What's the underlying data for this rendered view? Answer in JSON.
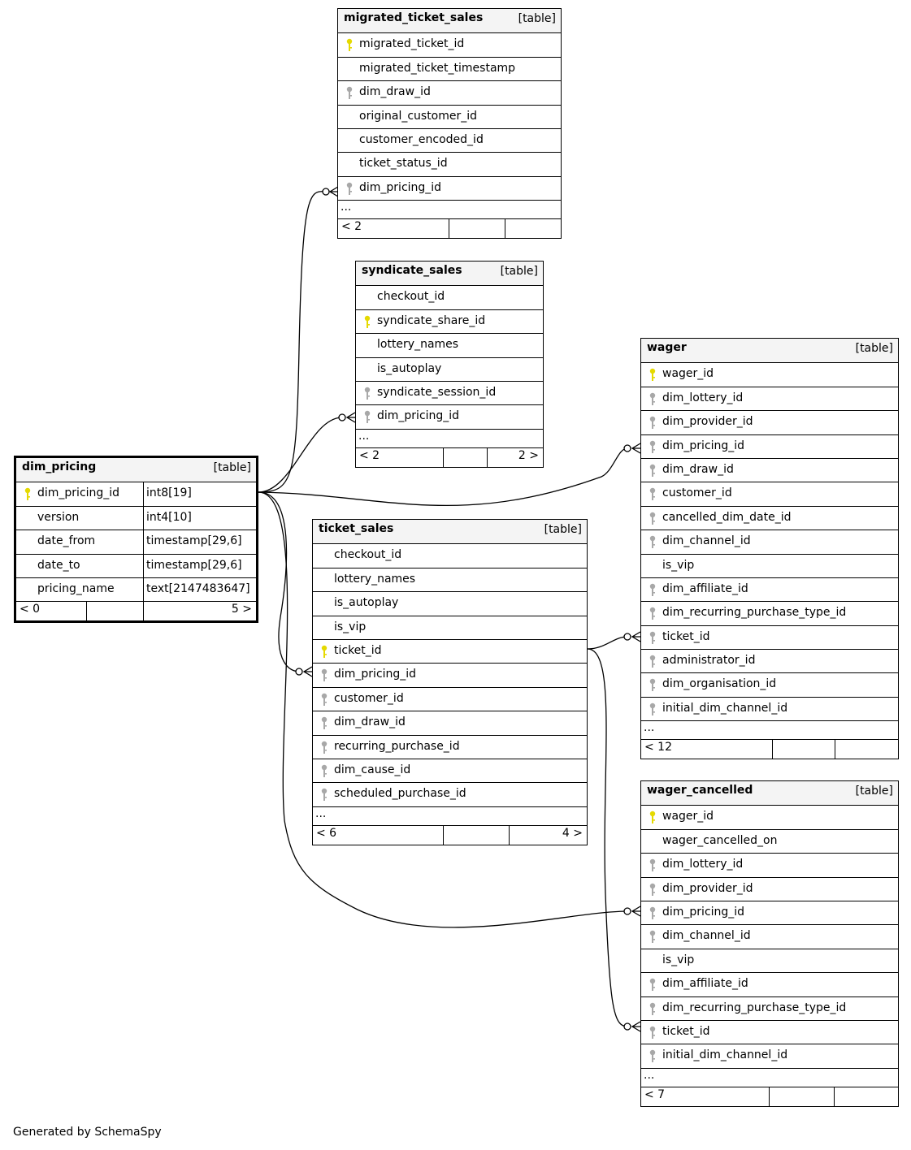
{
  "tables": {
    "migrated_ticket_sales": {
      "name": "migrated_ticket_sales",
      "type": "[table]",
      "columns": [
        {
          "name": "migrated_ticket_id",
          "key": "primary"
        },
        {
          "name": "migrated_ticket_timestamp",
          "key": "none"
        },
        {
          "name": "dim_draw_id",
          "key": "foreign"
        },
        {
          "name": "original_customer_id",
          "key": "none"
        },
        {
          "name": "customer_encoded_id",
          "key": "none"
        },
        {
          "name": "ticket_status_id",
          "key": "none"
        },
        {
          "name": "dim_pricing_id",
          "key": "foreign"
        }
      ],
      "more": "...",
      "parents": "< 2",
      "children": ""
    },
    "syndicate_sales": {
      "name": "syndicate_sales",
      "type": "[table]",
      "columns": [
        {
          "name": "checkout_id",
          "key": "none"
        },
        {
          "name": "syndicate_share_id",
          "key": "primary"
        },
        {
          "name": "lottery_names",
          "key": "none"
        },
        {
          "name": "is_autoplay",
          "key": "none"
        },
        {
          "name": "syndicate_session_id",
          "key": "foreign"
        },
        {
          "name": "dim_pricing_id",
          "key": "foreign"
        }
      ],
      "more": "...",
      "parents": "< 2",
      "children": "2 >"
    },
    "wager": {
      "name": "wager",
      "type": "[table]",
      "columns": [
        {
          "name": "wager_id",
          "key": "primary"
        },
        {
          "name": "dim_lottery_id",
          "key": "foreign"
        },
        {
          "name": "dim_provider_id",
          "key": "foreign"
        },
        {
          "name": "dim_pricing_id",
          "key": "foreign"
        },
        {
          "name": "dim_draw_id",
          "key": "foreign"
        },
        {
          "name": "customer_id",
          "key": "foreign"
        },
        {
          "name": "cancelled_dim_date_id",
          "key": "foreign"
        },
        {
          "name": "dim_channel_id",
          "key": "foreign"
        },
        {
          "name": "is_vip",
          "key": "none"
        },
        {
          "name": "dim_affiliate_id",
          "key": "foreign"
        },
        {
          "name": "dim_recurring_purchase_type_id",
          "key": "foreign"
        },
        {
          "name": "ticket_id",
          "key": "foreign"
        },
        {
          "name": "administrator_id",
          "key": "foreign"
        },
        {
          "name": "dim_organisation_id",
          "key": "foreign"
        },
        {
          "name": "initial_dim_channel_id",
          "key": "foreign"
        }
      ],
      "more": "...",
      "parents": "< 12",
      "children": ""
    },
    "dim_pricing": {
      "name": "dim_pricing",
      "type": "[table]",
      "columns": [
        {
          "name": "dim_pricing_id",
          "key": "primary",
          "dtype": "int8[19]"
        },
        {
          "name": "version",
          "key": "none",
          "dtype": "int4[10]"
        },
        {
          "name": "date_from",
          "key": "none",
          "dtype": "timestamp[29,6]"
        },
        {
          "name": "date_to",
          "key": "none",
          "dtype": "timestamp[29,6]"
        },
        {
          "name": "pricing_name",
          "key": "none",
          "dtype": "text[2147483647]"
        }
      ],
      "parents": "< 0",
      "children": "5 >"
    },
    "ticket_sales": {
      "name": "ticket_sales",
      "type": "[table]",
      "columns": [
        {
          "name": "checkout_id",
          "key": "none"
        },
        {
          "name": "lottery_names",
          "key": "none"
        },
        {
          "name": "is_autoplay",
          "key": "none"
        },
        {
          "name": "is_vip",
          "key": "none"
        },
        {
          "name": "ticket_id",
          "key": "primary"
        },
        {
          "name": "dim_pricing_id",
          "key": "foreign"
        },
        {
          "name": "customer_id",
          "key": "foreign"
        },
        {
          "name": "dim_draw_id",
          "key": "foreign"
        },
        {
          "name": "recurring_purchase_id",
          "key": "foreign"
        },
        {
          "name": "dim_cause_id",
          "key": "foreign"
        },
        {
          "name": "scheduled_purchase_id",
          "key": "foreign"
        }
      ],
      "more": "...",
      "parents": "< 6",
      "children": "4 >"
    },
    "wager_cancelled": {
      "name": "wager_cancelled",
      "type": "[table]",
      "columns": [
        {
          "name": "wager_id",
          "key": "primary"
        },
        {
          "name": "wager_cancelled_on",
          "key": "none"
        },
        {
          "name": "dim_lottery_id",
          "key": "foreign"
        },
        {
          "name": "dim_provider_id",
          "key": "foreign"
        },
        {
          "name": "dim_pricing_id",
          "key": "foreign"
        },
        {
          "name": "dim_channel_id",
          "key": "foreign"
        },
        {
          "name": "is_vip",
          "key": "none"
        },
        {
          "name": "dim_affiliate_id",
          "key": "foreign"
        },
        {
          "name": "dim_recurring_purchase_type_id",
          "key": "foreign"
        },
        {
          "name": "ticket_id",
          "key": "foreign"
        },
        {
          "name": "initial_dim_channel_id",
          "key": "foreign"
        }
      ],
      "more": "...",
      "parents": "< 7",
      "children": ""
    }
  },
  "footer": {
    "generated": "Generated by SchemaSpy"
  },
  "colors": {
    "primary_key": "#e5d900",
    "foreign_key": "#a8a8a8",
    "header_bg": "#f4f4f4",
    "line": "#000000"
  }
}
